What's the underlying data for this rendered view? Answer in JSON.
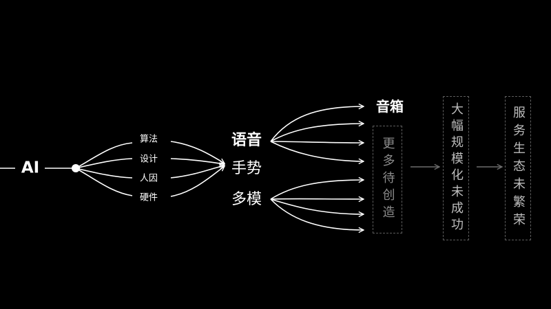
{
  "nodes": {
    "ai": "AI",
    "branches": [
      "算法",
      "设计",
      "人因",
      "硬件"
    ],
    "modalities": [
      "语音",
      "手势",
      "多模"
    ],
    "product": "音箱",
    "future": "更多待创造",
    "stage_two": "大幅规模化未成功",
    "stage_three": "服务生态未繁荣"
  },
  "colors": {
    "background": "#000000",
    "foreground": "#ffffff",
    "muted": "#8c8c8c",
    "muted_light": "#bdbdbd"
  }
}
